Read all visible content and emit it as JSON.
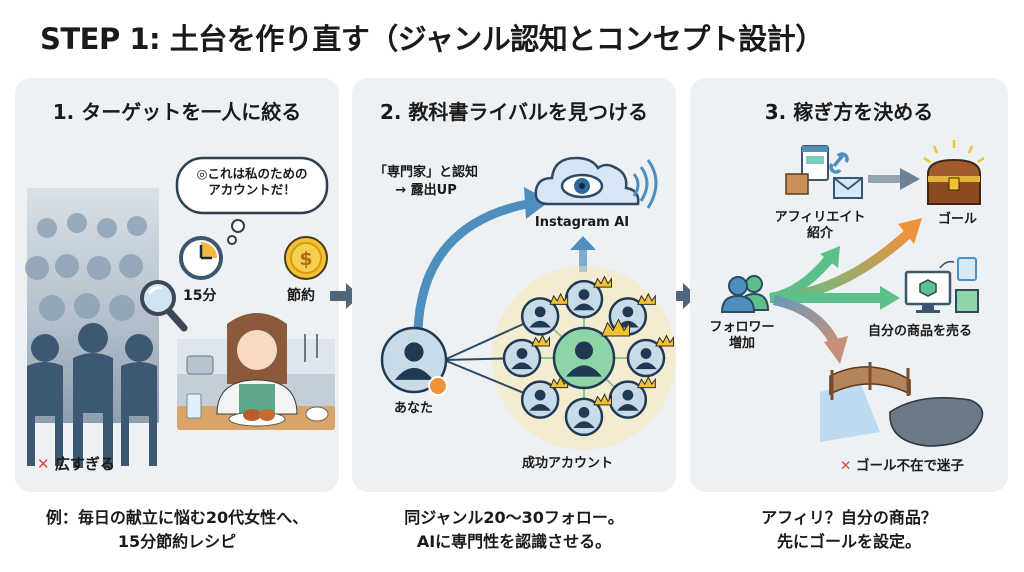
{
  "title": "STEP 1: 土台を作り直す（ジャンル認知とコンセプト設計）",
  "panels": [
    {
      "heading": "1. ターゲットを一人に絞る",
      "speech_bubble": [
        "◎これは私のための",
        "アカウントだ！"
      ],
      "clock_label": "15分",
      "coin_label": "節約",
      "bad_label_mark": "✕",
      "bad_label": "広すぎる",
      "caption": [
        "例：毎日の献立に悩む20代女性へ、",
        "15分節約レシピ"
      ]
    },
    {
      "heading": "2. 教科書ライバルを見つける",
      "recognition_label": [
        "「専門家」と認知",
        "→ 露出UP"
      ],
      "ai_label": "Instagram AI",
      "you_label": "あなた",
      "success_label": "成功アカウント",
      "caption": [
        "同ジャンル20〜30フォロー。",
        "AIに専門性を認識させる。"
      ]
    },
    {
      "heading": "3. 稼ぎ方を決める",
      "affiliate_label": [
        "アフィリエイト",
        "紹介"
      ],
      "goal_label": "ゴール",
      "follower_label": [
        "フォロワー",
        "増加"
      ],
      "own_product_label": "自分の商品を売る",
      "bad_label_mark": "✕",
      "bad_label": "ゴール不在で迷子",
      "caption": [
        "アフィリ？自分の商品？",
        "先にゴールを設定。"
      ]
    }
  ],
  "colors": {
    "panel_bg": "#eef1f4",
    "dark_navy": "#2c4a63",
    "accent_blue": "#4f8fbf",
    "green": "#5cc08a",
    "orange": "#f0923a",
    "gold": "#f2c230",
    "red_cross": "#e0463a"
  }
}
